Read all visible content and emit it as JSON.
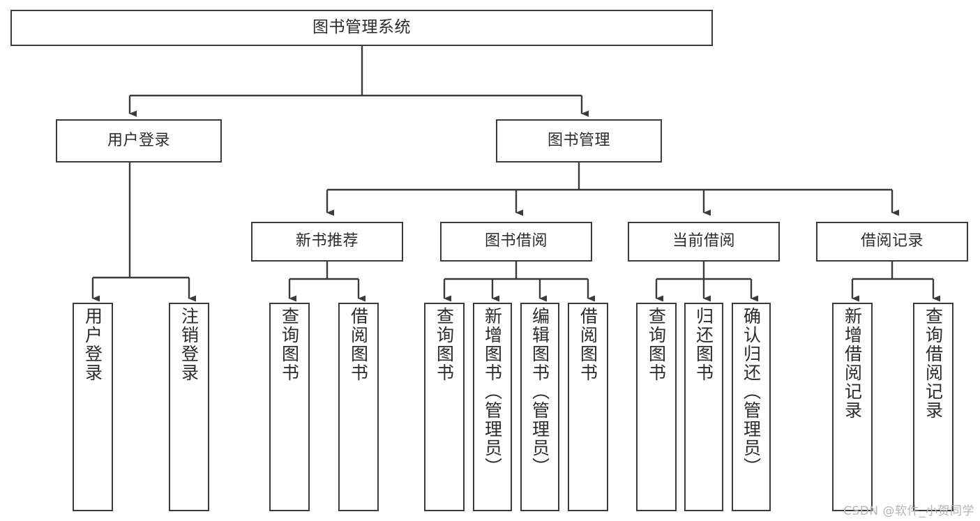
{
  "diagram": {
    "title": "图书管理系统",
    "type": "tree-hierarchy-chart",
    "watermark": "CSDN @软件_小贺同学",
    "colors": {
      "stroke": "#3b3b3b",
      "text": "#2b2b2b",
      "background": "#ffffff",
      "watermark": "#b6b6b6"
    }
  },
  "nodes": {
    "root": {
      "label": "图书管理系统"
    },
    "level1": [
      {
        "id": "user-login",
        "label": "用户登录"
      },
      {
        "id": "book-manage",
        "label": "图书管理"
      }
    ],
    "level2": [
      {
        "id": "new-book-rec",
        "label": "新书推荐"
      },
      {
        "id": "book-borrow",
        "label": "图书借阅"
      },
      {
        "id": "current-borrow",
        "label": "当前借阅"
      },
      {
        "id": "borrow-record",
        "label": "借阅记录"
      }
    ],
    "leaves": [
      {
        "id": "leaf-user-login",
        "parent": "user-login",
        "label": "用户登录"
      },
      {
        "id": "leaf-user-logout",
        "parent": "user-login",
        "label": "注销登录"
      },
      {
        "id": "leaf-query-book-1",
        "parent": "new-book-rec",
        "label": "查询图书"
      },
      {
        "id": "leaf-borrow-book-1",
        "parent": "new-book-rec",
        "label": "借阅图书"
      },
      {
        "id": "leaf-query-book-2",
        "parent": "book-borrow",
        "label": "查询图书"
      },
      {
        "id": "leaf-add-book",
        "parent": "book-borrow",
        "label": "新增图书（管理员）"
      },
      {
        "id": "leaf-edit-book",
        "parent": "book-borrow",
        "label": "编辑图书（管理员）"
      },
      {
        "id": "leaf-borrow-book-2",
        "parent": "book-borrow",
        "label": "借阅图书"
      },
      {
        "id": "leaf-query-book-3",
        "parent": "current-borrow",
        "label": "查询图书"
      },
      {
        "id": "leaf-return-book",
        "parent": "current-borrow",
        "label": "归还图书"
      },
      {
        "id": "leaf-confirm-return",
        "parent": "current-borrow",
        "label": "确认归还（管理员）"
      },
      {
        "id": "leaf-add-record",
        "parent": "borrow-record",
        "label": "新增借阅记录"
      },
      {
        "id": "leaf-query-record",
        "parent": "borrow-record",
        "label": "查询借阅记录"
      }
    ]
  }
}
